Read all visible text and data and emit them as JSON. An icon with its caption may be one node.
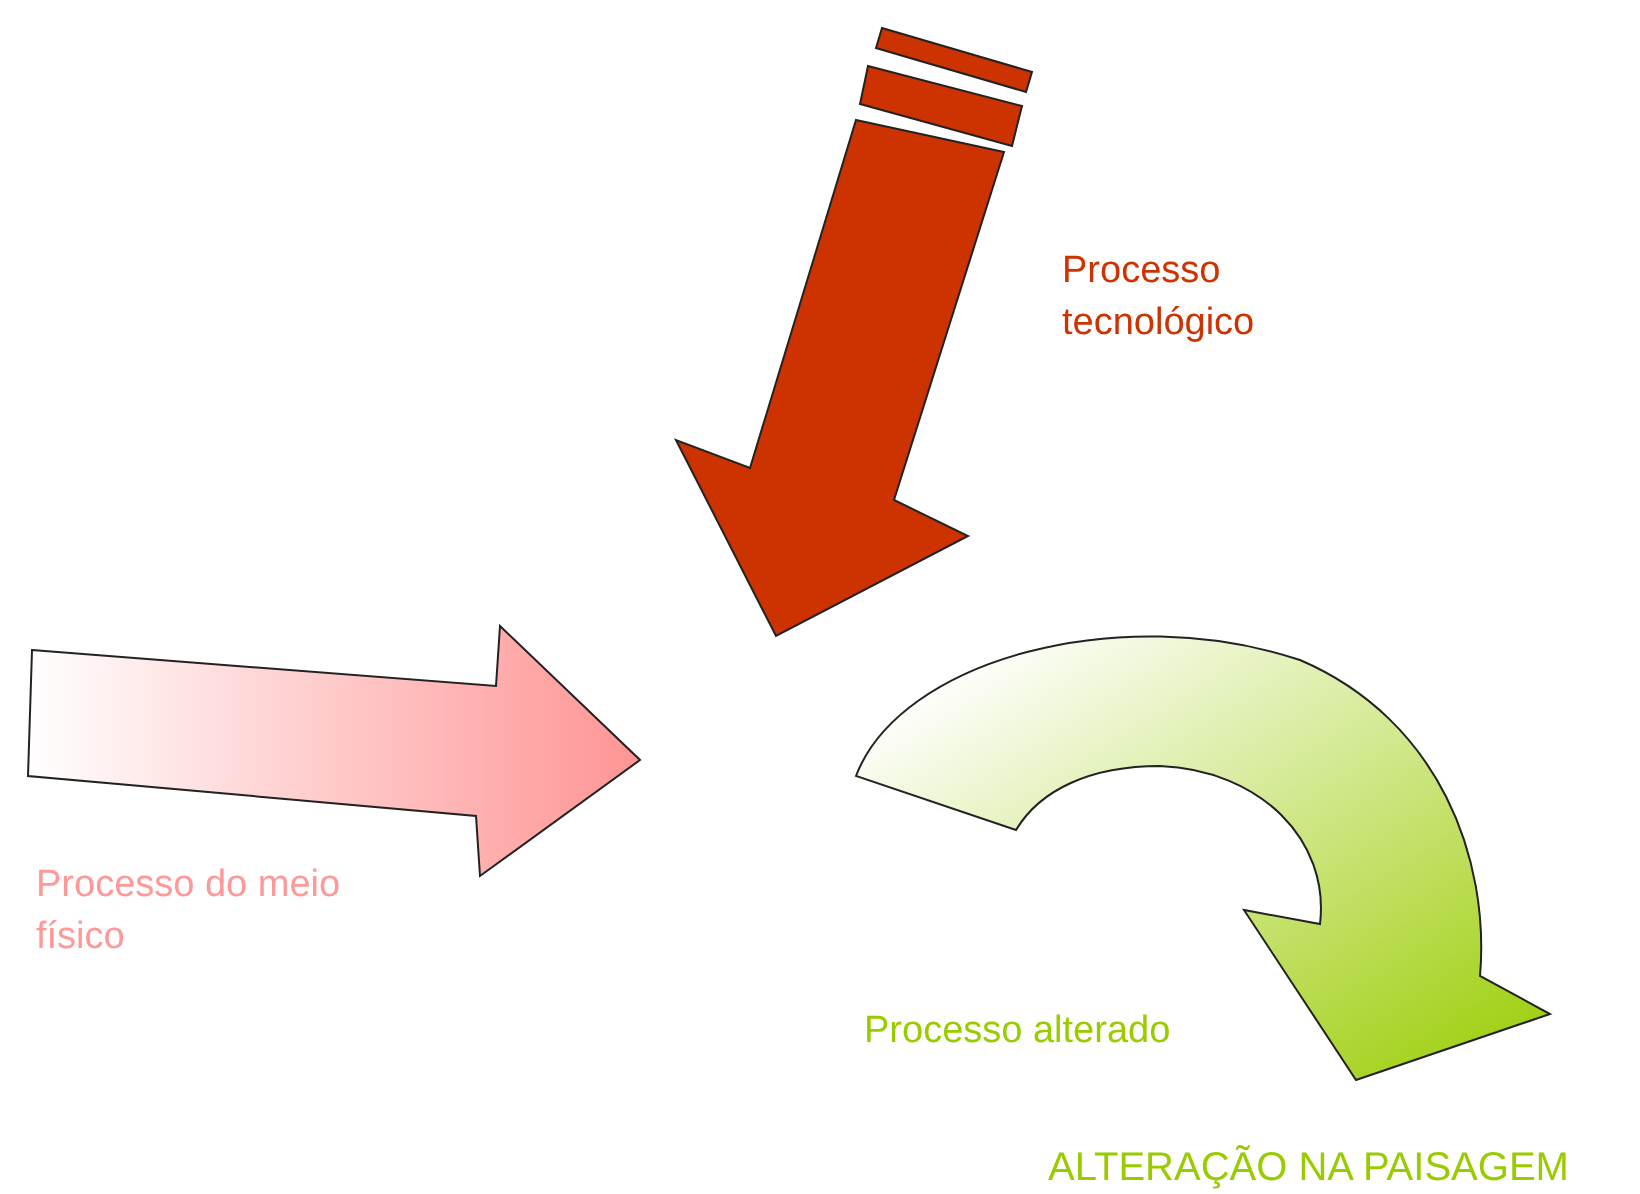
{
  "diagram": {
    "labels": [
      "Processo tecnológico",
      "Processo do meio físico",
      "Processo alterado",
      "ALTERAÇÃO NA PAISAGEM"
    ]
  }
}
